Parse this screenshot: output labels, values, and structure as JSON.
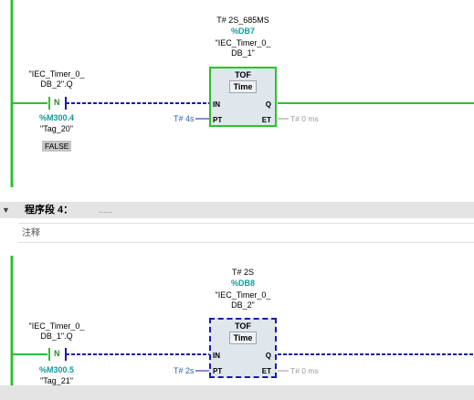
{
  "network3": {
    "instance_name": "T# 2S_685MS",
    "db_address": "%DB7",
    "db_name_1": "\"IEC_Timer_0_",
    "db_name_2": "DB_1\"",
    "block_type": "TOF",
    "block_sub": "Time",
    "pin_in": "IN",
    "pin_pt": "PT",
    "pin_q": "Q",
    "pin_et": "ET",
    "pt_value": "T# 4s",
    "et_value": "T# 0 ms",
    "contact_label_1": "\"IEC_Timer_0_",
    "contact_label_2": "DB_2\".Q",
    "contact_symbol": "N",
    "tag_address": "%M300.4",
    "tag_name": "\"Tag_20\"",
    "status": "FALSE"
  },
  "network4_header": {
    "caret": "▼",
    "title": "程序段 4：",
    "dots": "......"
  },
  "network4_comment": "注释",
  "network4": {
    "instance_name": "T# 2S",
    "db_address": "%DB8",
    "db_name_1": "\"IEC_Timer_0_",
    "db_name_2": "DB_2\"",
    "block_type": "TOF",
    "block_sub": "Time",
    "pin_in": "IN",
    "pin_pt": "PT",
    "pin_q": "Q",
    "pin_et": "ET",
    "pt_value": "T# 2s",
    "et_value": "T# 0 ms",
    "contact_label_1": "\"IEC_Timer_0_",
    "contact_label_2": "DB_1\".Q",
    "contact_symbol": "N",
    "tag_address": "%M300.5",
    "tag_name": "\"Tag_21\""
  },
  "colors": {
    "power_rail": "#2fc02f",
    "signal_wire": "#1a1ab0",
    "address": "#129a9a",
    "param": "#2b5fb0"
  }
}
